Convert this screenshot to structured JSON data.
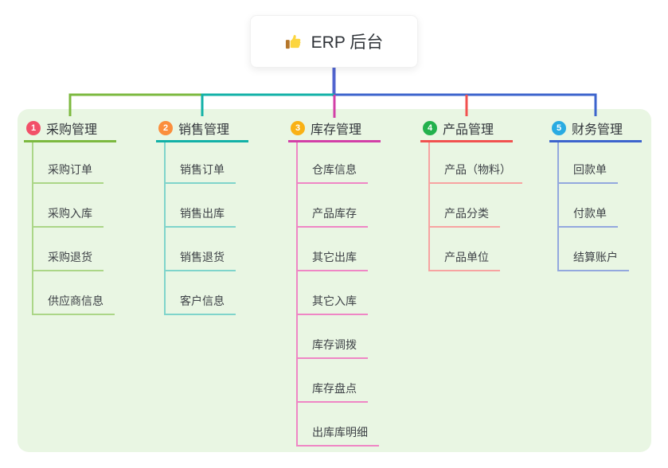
{
  "root": {
    "label": "ERP 后台",
    "icon": "thumbs-up-icon"
  },
  "colors": {
    "canvas_bg": "#ffffff",
    "panel_bg": "#e9f6e3",
    "root_stem": "#5164cf",
    "title_text": "#33373c",
    "child_text": "#3e4247"
  },
  "branches": [
    {
      "num": "1",
      "title": "采购管理",
      "badge_color": "#f25069",
      "line_color": "#7cb93f",
      "child_line_color": "#abd687",
      "children": [
        "采购订单",
        "采购入库",
        "采购退货",
        "供应商信息"
      ]
    },
    {
      "num": "2",
      "title": "销售管理",
      "badge_color": "#fb8e3c",
      "line_color": "#12b1a7",
      "child_line_color": "#7fd4cb",
      "children": [
        "销售订单",
        "销售出库",
        "销售退货",
        "客户信息"
      ]
    },
    {
      "num": "3",
      "title": "库存管理",
      "badge_color": "#f9b115",
      "line_color": "#d23fa7",
      "child_line_color": "#ef86c5",
      "children": [
        "仓库信息",
        "产品库存",
        "其它出库",
        "其它入库",
        "库存调拨",
        "库存盘点",
        "出库库明细"
      ]
    },
    {
      "num": "4",
      "title": "产品管理",
      "badge_color": "#23b14d",
      "line_color": "#f1514f",
      "child_line_color": "#f7a3a1",
      "children": [
        "产品（物料）",
        "产品分类",
        "产品单位"
      ]
    },
    {
      "num": "5",
      "title": "财务管理",
      "badge_color": "#29abe2",
      "line_color": "#3c64cd",
      "child_line_color": "#93a8de",
      "children": [
        "回款单",
        "付款单",
        "结算账户"
      ]
    }
  ]
}
